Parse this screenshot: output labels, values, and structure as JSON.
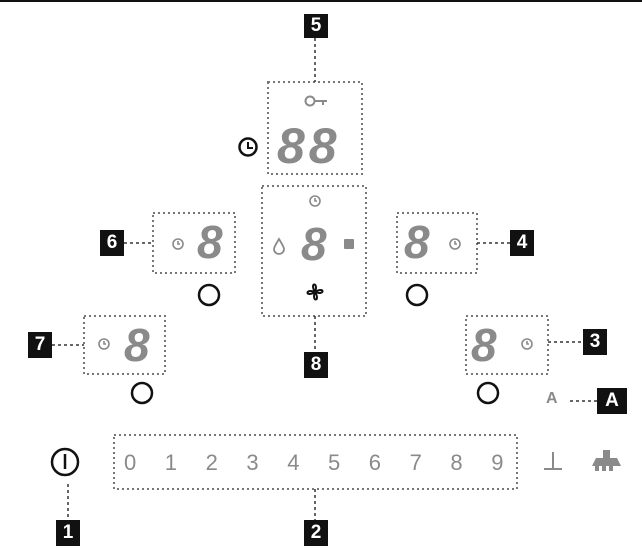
{
  "callouts": {
    "c1": "1",
    "c2": "2",
    "c3": "3",
    "c4": "4",
    "c5": "5",
    "c6": "6",
    "c7": "7",
    "c8": "8",
    "cA": "A"
  },
  "letter_a": "A",
  "top_display": "88",
  "zone_digits": {
    "left_upper": "8",
    "left_lower": "8",
    "center": "8",
    "right_upper": "8",
    "right_lower": "8"
  },
  "slider_numbers": [
    "0",
    "1",
    "2",
    "3",
    "4",
    "5",
    "6",
    "7",
    "8",
    "9"
  ],
  "icons": [
    "key-icon",
    "clock-icon",
    "timer-icon",
    "water-drop-icon",
    "square-icon",
    "fan-icon",
    "power-icon",
    "perpendicular-icon",
    "hood-icon",
    "knob-icon"
  ],
  "colors": {
    "line": "#111111",
    "dotted_box": "#777777",
    "symbol_gray": "#8a8a8a",
    "callout_bg": "#111111",
    "callout_text": "#ffffff"
  }
}
